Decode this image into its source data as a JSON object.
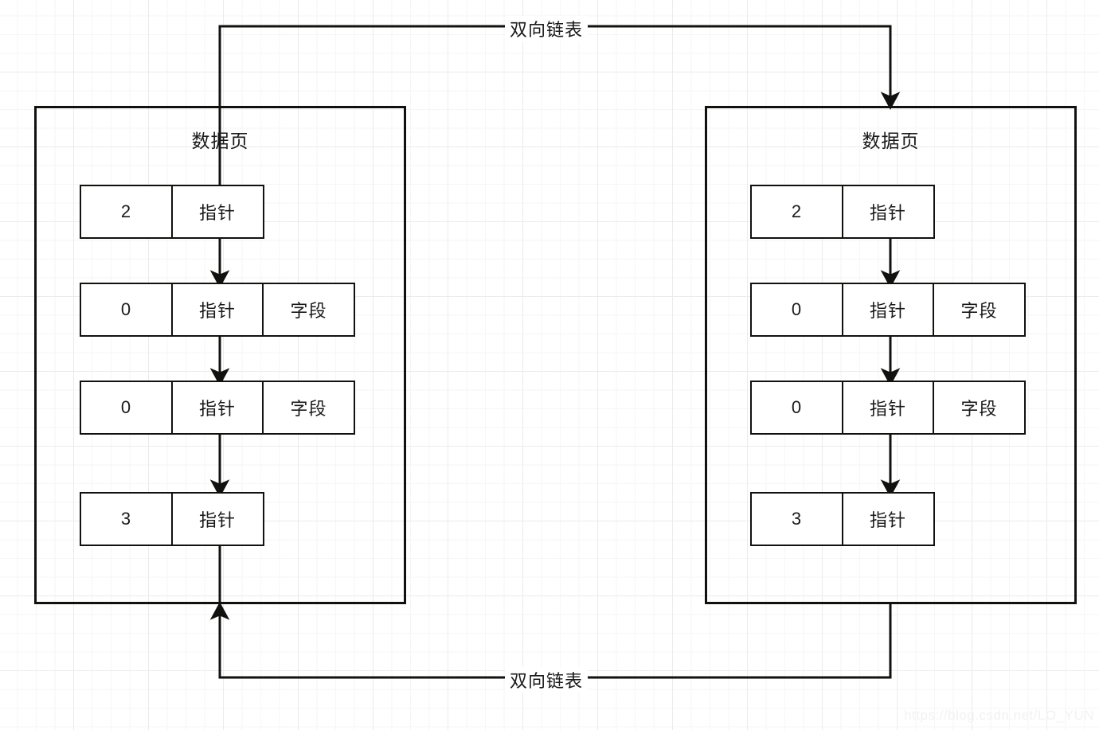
{
  "diagram": {
    "title_text": "数据页",
    "link_label_top": "双向链表",
    "link_label_bottom": "双向链表",
    "watermark": "https://blog.csdn.net/LO_YUN",
    "colors": {
      "stroke": "#11110f",
      "text": "#1a1a1a",
      "grid_minor": "#f6f6f6",
      "grid_major": "#ebebeb",
      "background": "#ffffff",
      "watermark": "#f2f2f2"
    },
    "pages": [
      {
        "name": "left-data-page",
        "title": "数据页",
        "records": [
          {
            "cells": [
              "2",
              "指针"
            ]
          },
          {
            "cells": [
              "0",
              "指针",
              "字段"
            ]
          },
          {
            "cells": [
              "0",
              "指针",
              "字段"
            ]
          },
          {
            "cells": [
              "3",
              "指针"
            ]
          }
        ]
      },
      {
        "name": "right-data-page",
        "title": "数据页",
        "records": [
          {
            "cells": [
              "2",
              "指针"
            ]
          },
          {
            "cells": [
              "0",
              "指针",
              "字段"
            ]
          },
          {
            "cells": [
              "0",
              "指针",
              "字段"
            ]
          },
          {
            "cells": [
              "3",
              "指针"
            ]
          }
        ]
      }
    ]
  }
}
